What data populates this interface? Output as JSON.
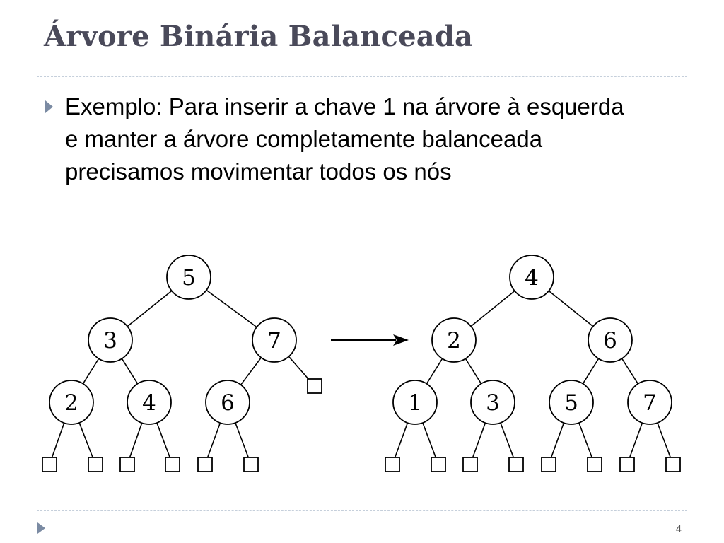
{
  "slide": {
    "title": "Árvore Binária Balanceada",
    "bullet_lines": [
      "Exemplo: Para inserir a chave 1 na árvore à esquerda",
      "e manter a árvore completamente balanceada",
      "precisamos movimentar todos os nós"
    ],
    "page_number": "4"
  },
  "diagram": {
    "tree_before": {
      "nodes": [
        {
          "id": "5",
          "label": "5"
        },
        {
          "id": "3",
          "label": "3"
        },
        {
          "id": "7",
          "label": "7"
        },
        {
          "id": "2",
          "label": "2"
        },
        {
          "id": "4",
          "label": "4"
        },
        {
          "id": "6",
          "label": "6"
        }
      ],
      "edges": [
        {
          "from": "5",
          "to": "3"
        },
        {
          "from": "5",
          "to": "7"
        },
        {
          "from": "3",
          "to": "2"
        },
        {
          "from": "3",
          "to": "4"
        },
        {
          "from": "7",
          "to": "6"
        }
      ],
      "null_leaf_count": 7
    },
    "tree_after": {
      "nodes": [
        {
          "id": "4",
          "label": "4"
        },
        {
          "id": "2",
          "label": "2"
        },
        {
          "id": "6",
          "label": "6"
        },
        {
          "id": "1",
          "label": "1"
        },
        {
          "id": "3",
          "label": "3"
        },
        {
          "id": "5",
          "label": "5"
        },
        {
          "id": "7",
          "label": "7"
        }
      ],
      "edges": [
        {
          "from": "4",
          "to": "2"
        },
        {
          "from": "4",
          "to": "6"
        },
        {
          "from": "2",
          "to": "1"
        },
        {
          "from": "2",
          "to": "3"
        },
        {
          "from": "6",
          "to": "5"
        },
        {
          "from": "6",
          "to": "7"
        }
      ],
      "null_leaf_count": 8
    },
    "arrow": "transformation-arrow"
  }
}
